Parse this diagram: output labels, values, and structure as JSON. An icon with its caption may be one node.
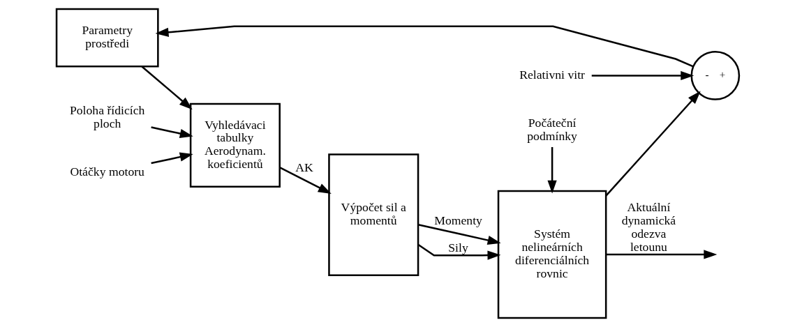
{
  "diagram": {
    "nodes": [
      {
        "text": [
          "Poloha řídicích ploch"
        ]
      },
      {
        "text": [
          "Otáčky motoru"
        ]
      },
      {
        "text": [
          "Parametry prostředi"
        ]
      },
      {
        "text": [
          "Vyhledávaci tabulky Aerodynam. koeficientů"
        ]
      },
      {
        "text": [
          "Výpočet sil a momentů"
        ]
      },
      {
        "text": [
          "Počáteční podmínky"
        ]
      },
      {
        "text": [
          "Systém nelineárních diferenciálních rovnic"
        ]
      },
      {
        "text": [
          "Relativni vitr"
        ]
      },
      {
        "text": [
          "-",
          "+"
        ]
      }
    ],
    "edges": [
      {
        "from": 0,
        "to": 3,
        "arrow": "to"
      },
      {
        "from": 1,
        "to": 3,
        "arrow": "to"
      },
      {
        "from": 2,
        "to": 3,
        "arrow": "to"
      },
      {
        "from": 3,
        "to": 4,
        "arrow": "to",
        "label": "AK"
      },
      {
        "from": 4,
        "to": 6,
        "arrow": "to",
        "label": "Sily"
      },
      {
        "from": 4,
        "to": 6,
        "arrow": "to",
        "label": "Momenty"
      },
      {
        "from": 5,
        "to": 6,
        "arrow": "to"
      },
      {
        "from": 6,
        "to": null,
        "arrow": "to",
        "label": "Aktuální dynamická odezva letounu"
      },
      {
        "from": 6,
        "to": 8,
        "arrow": "to"
      },
      {
        "from": 7,
        "to": 8,
        "arrow": "to"
      },
      {
        "from": 8,
        "to": 2,
        "arrow": "to"
      }
    ]
  }
}
